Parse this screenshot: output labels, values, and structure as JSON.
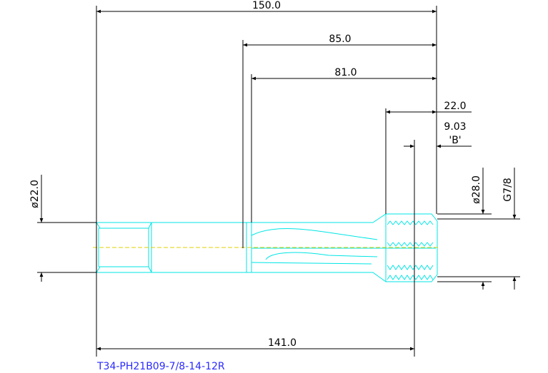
{
  "drawing": {
    "part_label": "T34-PH21B09-7/8-14-12R",
    "colors": {
      "background": "#ffffff",
      "part_outline": "#00e5e5",
      "dimension_line": "#000000",
      "centerline": "#e0d000",
      "label": "#2a2aff"
    },
    "dimensions": {
      "overall_length": "150.0",
      "length_85": "85.0",
      "length_81": "81.0",
      "length_22": "22.0",
      "length_9": "9.03",
      "ref_b": "'B'",
      "diameter_22": "ø22.0",
      "diameter_28": "ø28.0",
      "thread": "G7/8",
      "length_141": "141.0"
    }
  }
}
